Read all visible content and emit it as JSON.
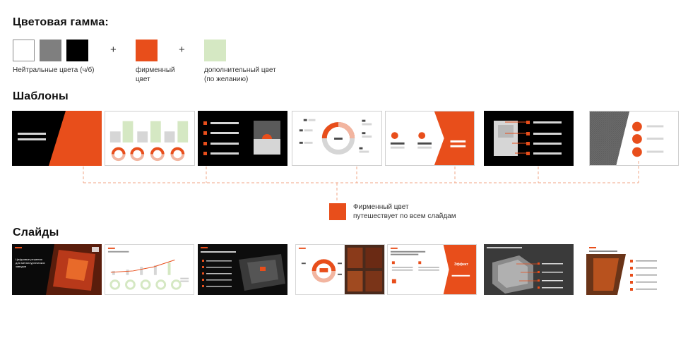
{
  "colors": {
    "orange": "#e84e1b",
    "black": "#000000",
    "gray": "#7f7f7f",
    "light_green": "#d5e8c3",
    "light_gray": "#d6d6d6",
    "peach": "#f2b5a0",
    "white": "#ffffff"
  },
  "palette": {
    "heading": "Цветовая гамма:",
    "plus": "+",
    "neutral_caption": "Нейтральные цвета (ч/б)",
    "brand_caption_line1": "фирменный",
    "brand_caption_line2": "цвет",
    "extra_caption_line1": "дополнительный цвет",
    "extra_caption_line2": "(по желанию)"
  },
  "templates": {
    "heading": "Шаблоны",
    "items": [
      "template-diagonal-orange",
      "template-bar-chart",
      "template-list-black",
      "template-donut",
      "template-arrow-orange",
      "template-diagram-black",
      "template-circles-gray"
    ]
  },
  "legend": {
    "line1": "Фирменный цвет",
    "line2": "путешествует по всем слайдам"
  },
  "slides": {
    "heading": "Слайды",
    "slide1_title_line1": "Цифровые решения",
    "slide1_title_line2": "для металлургических",
    "slide1_title_line3": "заводов",
    "slide5_effect": "Эффект"
  }
}
